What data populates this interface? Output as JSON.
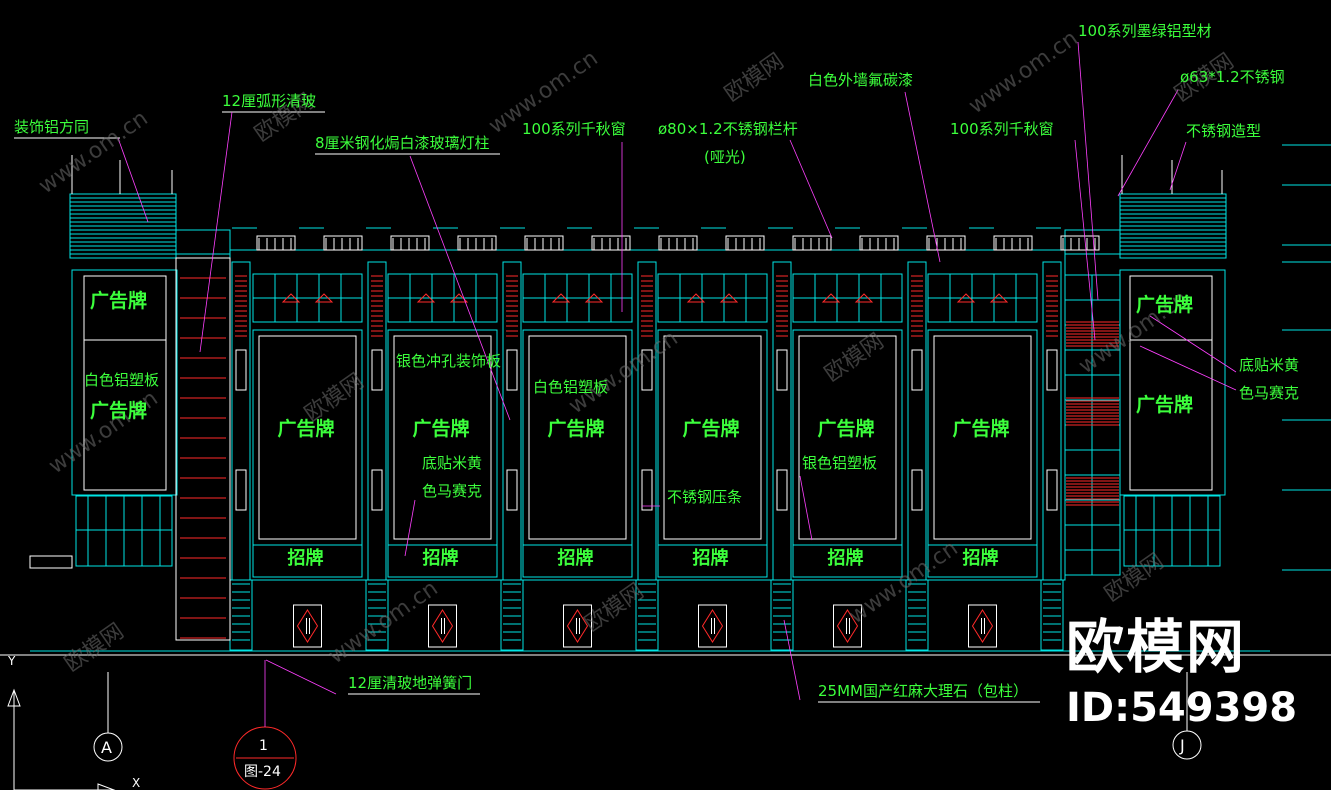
{
  "drawing": {
    "labels": {
      "decor_tube": "装饰铝方同",
      "arc_glass": "12厘弧形清玻",
      "lamp_column": "8厘米钢化焗白漆玻璃灯柱",
      "window_100_a": "100系列千秋窗",
      "railing": "ø80×1.2不锈钢栏杆",
      "railing_matte": "(哑光)",
      "fluorocarbon": "白色外墙氟碳漆",
      "window_100_b": "100系列千秋窗",
      "green_alum": "100系列墨绿铝型材",
      "ss_63": "ø63*1.2不锈钢",
      "ss_shape": "不锈钢造型",
      "white_alum_left": "白色铝塑板",
      "perforated": "银色冲孔装饰板",
      "white_alum_center": "白色铝塑板",
      "mosaic_center_1": "底贴米黄",
      "mosaic_center_2": "色马赛克",
      "ss_strip": "不锈钢压条",
      "silver_alum": "银色铝塑板",
      "mosaic_right_1": "底贴米黄",
      "mosaic_right_2": "色马赛克",
      "spring_door": "12厘清玻地弹簧门",
      "marble": "25MM国产红麻大理石（包柱）"
    },
    "billboard": "广告牌",
    "signboard": "招牌",
    "axis_a": "A",
    "axis_j": "J",
    "detail_num": "1",
    "detail_ref": "图-24",
    "axis_x": "X",
    "axis_y": "Y"
  },
  "watermark": {
    "url": "www.om.cn",
    "brand": "欧模网",
    "logo": "欧模网",
    "id": "ID:549398"
  },
  "colors": {
    "background": "#000000",
    "text": "#3cff3c",
    "structure": "#00e5e5",
    "accent": "#ff2a2a",
    "leader": "#ff40ff",
    "line": "#ffffff"
  }
}
